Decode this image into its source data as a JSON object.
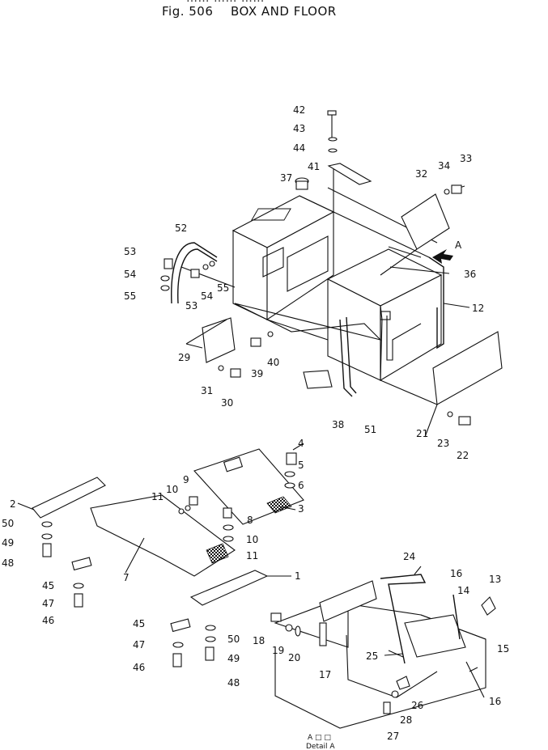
{
  "header": {
    "clipped_top": "…… …… ……",
    "fig_label": "Fig. 506",
    "title": "BOX AND FLOOR"
  },
  "callouts": {
    "c1": "1",
    "c2": "2",
    "c3": "3",
    "c4": "4",
    "c5": "5",
    "c6": "6",
    "c7": "7",
    "c8": "8",
    "c9": "9",
    "c10a": "10",
    "c10b": "10",
    "c11a": "11",
    "c11b": "11",
    "c12": "12",
    "c13": "13",
    "c14": "14",
    "c15": "15",
    "c16a": "16",
    "c16b": "16",
    "c17": "17",
    "c18": "18",
    "c19": "19",
    "c20": "20",
    "c21": "21",
    "c22": "22",
    "c23": "23",
    "c24": "24",
    "c25": "25",
    "c26": "26",
    "c27": "27",
    "c28": "28",
    "c29": "29",
    "c30": "30",
    "c31": "31",
    "c32": "32",
    "c33": "33",
    "c34": "34",
    "c36": "36",
    "c37": "37",
    "c38": "38",
    "c39": "39",
    "c40": "40",
    "c41": "41",
    "c42": "42",
    "c43": "43",
    "c44": "44",
    "c45a": "45",
    "c45b": "45",
    "c46a": "46",
    "c46b": "46",
    "c47a": "47",
    "c47b": "47",
    "c48a": "48",
    "c48b": "48",
    "c49a": "49",
    "c49b": "49",
    "c50a": "50",
    "c50b": "50",
    "c51": "51",
    "c52": "52",
    "c53a": "53",
    "c53b": "53",
    "c54a": "54",
    "c54b": "54",
    "c55a": "55",
    "c55b": "55"
  },
  "view_arrow": {
    "label": "A"
  },
  "detail": {
    "marks": "A  □  □",
    "caption": "Detail A"
  }
}
